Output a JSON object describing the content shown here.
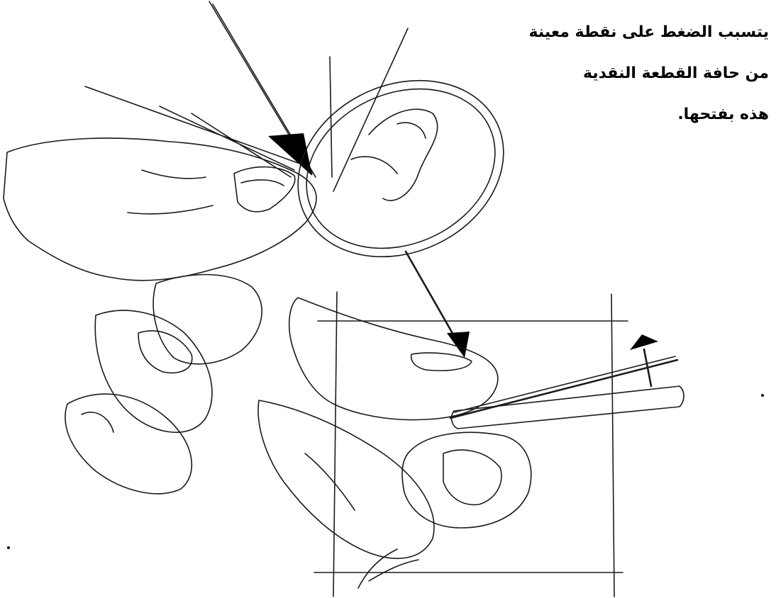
{
  "caption": {
    "line1": "يتسبب الضغط على نقطة معينة",
    "line2": "من حافة القطعة النقدية",
    "line3": "هذه بفتحها."
  }
}
